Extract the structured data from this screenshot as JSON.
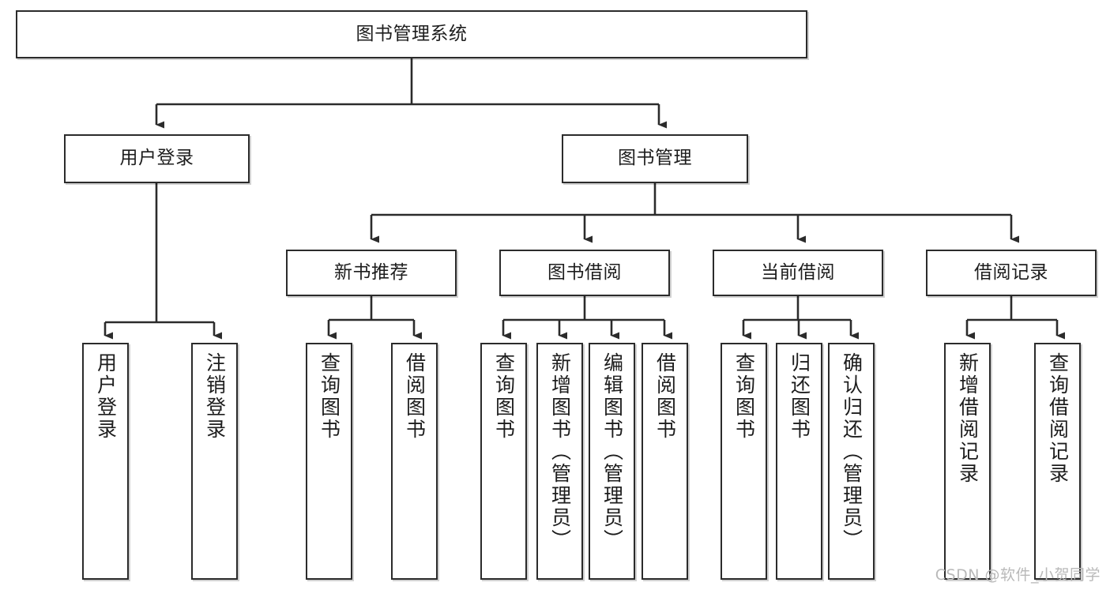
{
  "diagram": {
    "title": "图书管理系统",
    "type": "hierarchy-tree",
    "watermark": "CSDN @软件_小贺同学",
    "colors": {
      "node_border": "#2b2b2b",
      "node_fill": "#ffffff",
      "edge": "#2b2b2b",
      "text": "#1d1d1d",
      "watermark": "#b9b9b9"
    },
    "levels": [
      {
        "level": 1,
        "nodes": [
          {
            "id": "root",
            "label": "图书管理系统",
            "orientation": "horizontal"
          }
        ]
      },
      {
        "level": 2,
        "nodes": [
          {
            "id": "login",
            "label": "用户登录",
            "orientation": "horizontal"
          },
          {
            "id": "bookmgmt",
            "label": "图书管理",
            "orientation": "horizontal"
          }
        ]
      },
      {
        "level": 3,
        "nodes": [
          {
            "id": "newbook",
            "label": "新书推荐",
            "orientation": "horizontal"
          },
          {
            "id": "borrow",
            "label": "图书借阅",
            "orientation": "horizontal"
          },
          {
            "id": "current",
            "label": "当前借阅",
            "orientation": "horizontal"
          },
          {
            "id": "records",
            "label": "借阅记录",
            "orientation": "horizontal"
          }
        ]
      },
      {
        "level": 4,
        "nodes": [
          {
            "id": "leaf-user-login",
            "label": "用户登录",
            "orientation": "vertical",
            "parent": "login"
          },
          {
            "id": "leaf-user-logout",
            "label": "注销登录",
            "orientation": "vertical",
            "parent": "login"
          },
          {
            "id": "leaf-query-book-1",
            "label": "查询图书",
            "orientation": "vertical",
            "parent": "newbook"
          },
          {
            "id": "leaf-borrow-book-1",
            "label": "借阅图书",
            "orientation": "vertical",
            "parent": "newbook"
          },
          {
            "id": "leaf-query-book-2",
            "label": "查询图书",
            "orientation": "vertical",
            "parent": "borrow"
          },
          {
            "id": "leaf-add-book",
            "label": "新增图书（管理员）",
            "orientation": "vertical",
            "parent": "borrow"
          },
          {
            "id": "leaf-edit-book",
            "label": "编辑图书（管理员）",
            "orientation": "vertical",
            "parent": "borrow"
          },
          {
            "id": "leaf-borrow-book-2",
            "label": "借阅图书",
            "orientation": "vertical",
            "parent": "borrow"
          },
          {
            "id": "leaf-query-book-3",
            "label": "查询图书",
            "orientation": "vertical",
            "parent": "current"
          },
          {
            "id": "leaf-return-book",
            "label": "归还图书",
            "orientation": "vertical",
            "parent": "current"
          },
          {
            "id": "leaf-confirm-return",
            "label": "确认归还（管理员）",
            "orientation": "vertical",
            "parent": "current"
          },
          {
            "id": "leaf-add-record",
            "label": "新增借阅记录",
            "orientation": "vertical",
            "parent": "records"
          },
          {
            "id": "leaf-query-record",
            "label": "查询借阅记录",
            "orientation": "vertical",
            "parent": "records"
          }
        ]
      }
    ]
  }
}
